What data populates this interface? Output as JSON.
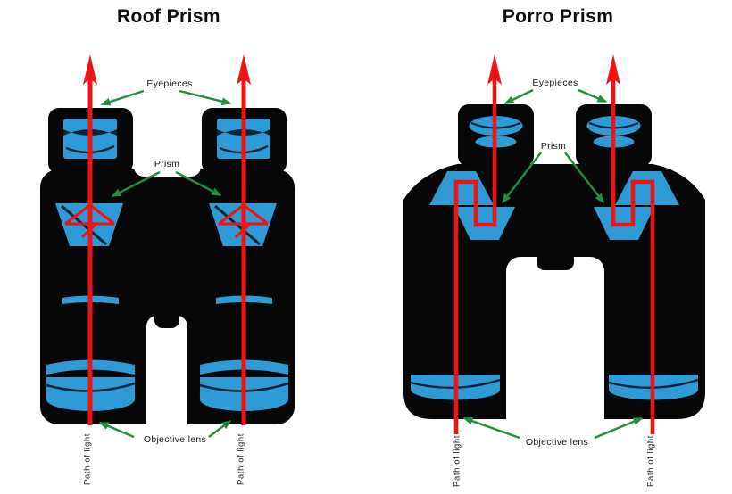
{
  "colors": {
    "background": "#ffffff",
    "binocular_body": "#070707",
    "lens_blue": "#2e9bd6",
    "lens_detail_line": "#0a2433",
    "light_path_red": "#ee1414",
    "annotation_green": "#1f8f3f",
    "label_text": "#1b1b1b",
    "title_text": "#0d0d0d"
  },
  "panels": [
    {
      "id": "roof-prism",
      "title": "Roof Prism",
      "labels": {
        "eyepieces": "Eyepieces",
        "prism": "Prism",
        "objective_lens": "Objective lens",
        "path_of_light_left": "Path of light",
        "path_of_light_right": "Path of light"
      }
    },
    {
      "id": "porro-prism",
      "title": "Porro Prism",
      "labels": {
        "eyepieces": "Eyepieces",
        "prism": "Prism",
        "objective_lens": "Objective lens",
        "path_of_light_left": "Path of light",
        "path_of_light_right": "Path of light"
      }
    }
  ]
}
